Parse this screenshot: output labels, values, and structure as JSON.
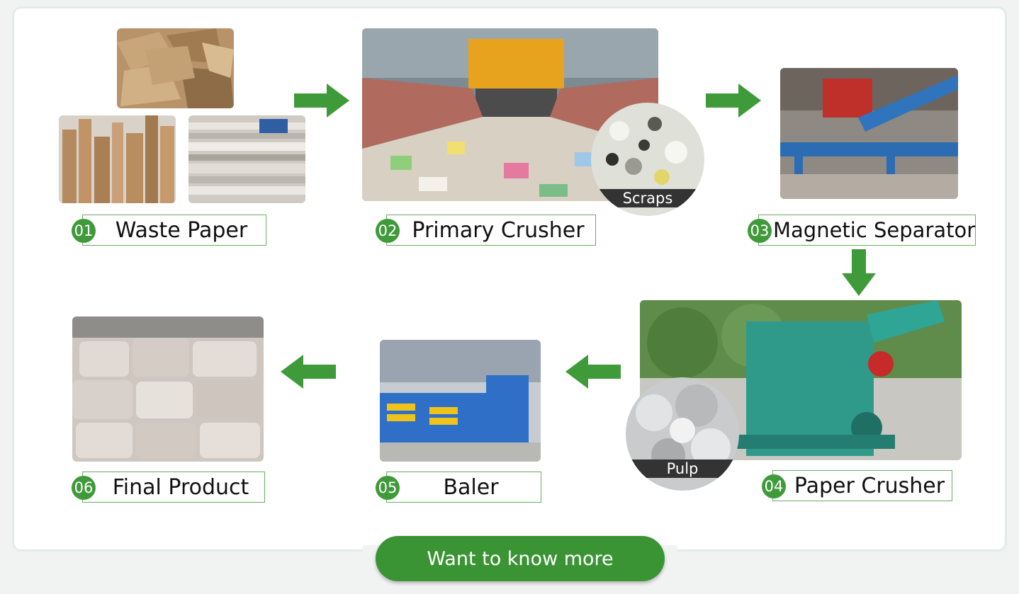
{
  "steps": [
    {
      "num": "01",
      "label": "Waste Paper"
    },
    {
      "num": "02",
      "label": "Primary Crusher"
    },
    {
      "num": "03",
      "label": "Magnetic Separator"
    },
    {
      "num": "04",
      "label": "Paper Crusher"
    },
    {
      "num": "05",
      "label": "Baler"
    },
    {
      "num": "06",
      "label": "Final Product"
    }
  ],
  "insets": {
    "scraps": "Scraps",
    "pulp": "Pulp"
  },
  "cta": {
    "label": "Want to know more"
  },
  "colors": {
    "accent": "#3f9a3a",
    "label_border": "#6aab62",
    "arrow": "#3f9a3a"
  }
}
